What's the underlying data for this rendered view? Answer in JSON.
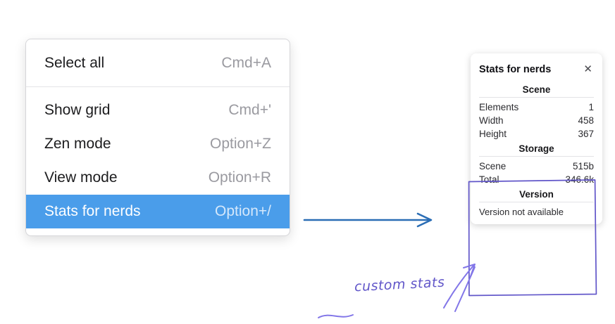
{
  "menu": {
    "items": [
      {
        "label": "Select all",
        "shortcut": "Cmd+A"
      },
      {
        "label": "Show grid",
        "shortcut": "Cmd+'"
      },
      {
        "label": "Zen mode",
        "shortcut": "Option+Z"
      },
      {
        "label": "View mode",
        "shortcut": "Option+R"
      },
      {
        "label": "Stats for nerds",
        "shortcut": "Option+/"
      }
    ],
    "selected_index": 4,
    "selected_label": "Stats for nerds"
  },
  "stats_panel": {
    "title": "Stats for nerds",
    "close_icon": "✕",
    "sections": [
      {
        "heading": "Scene",
        "rows": [
          {
            "label": "Elements",
            "value": "1"
          },
          {
            "label": "Width",
            "value": "458"
          },
          {
            "label": "Height",
            "value": "367"
          }
        ]
      },
      {
        "heading": "Storage",
        "rows": [
          {
            "label": "Scene",
            "value": "515b"
          },
          {
            "label": "Total",
            "value": "346.6k"
          }
        ]
      },
      {
        "heading": "Version",
        "rows": [],
        "note": "Version not available"
      }
    ]
  },
  "annotations": {
    "custom_stats_label": "custom stats",
    "highlight_color": "#6156c9",
    "flow_arrow_color": "#2a6db5",
    "selection_bg_color": "#4a9dea"
  }
}
